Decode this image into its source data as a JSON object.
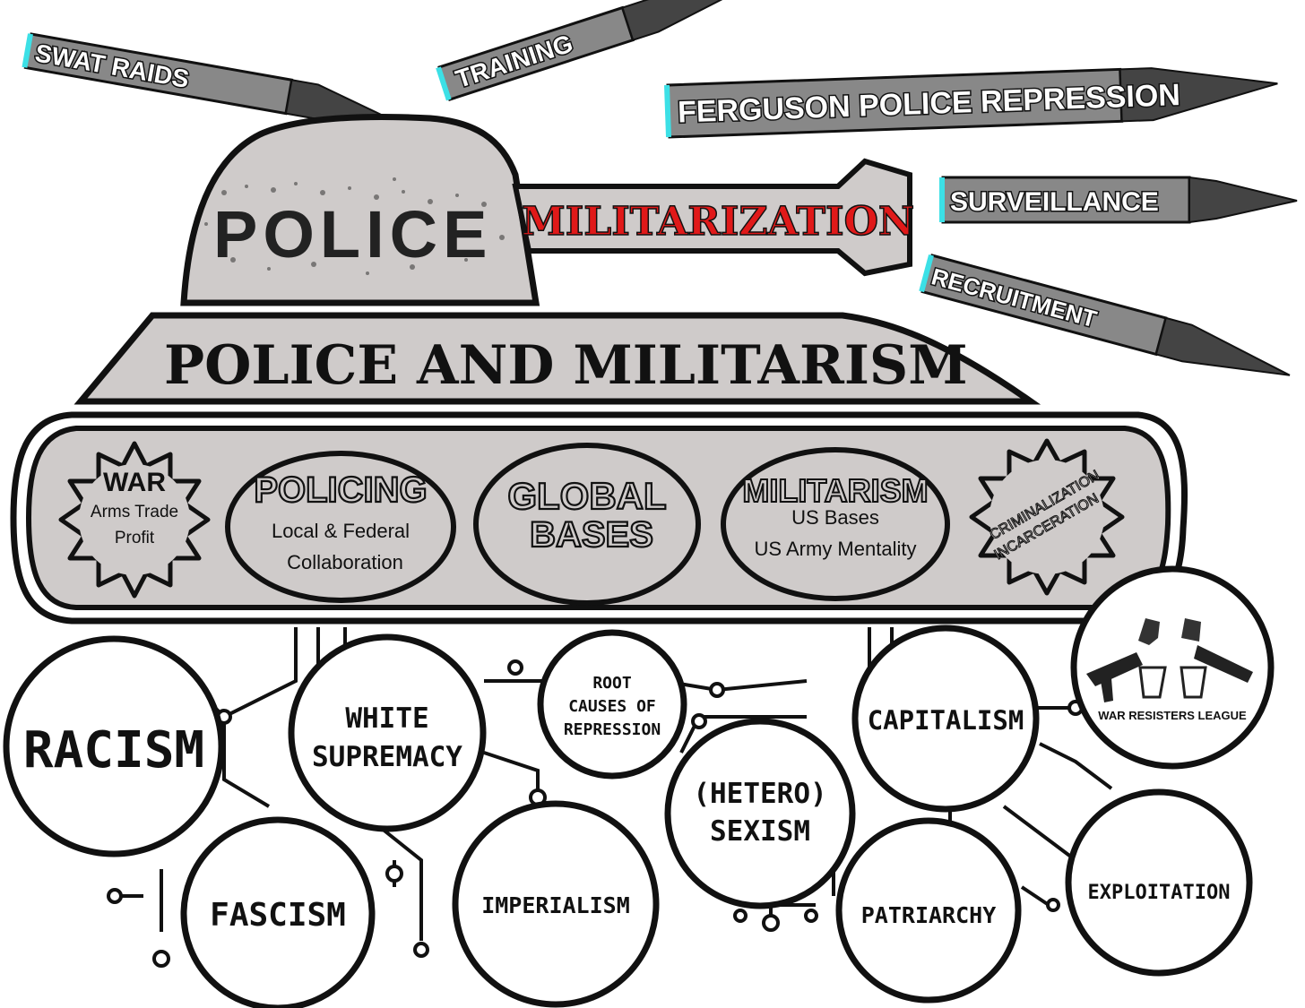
{
  "bullets": [
    {
      "label": "SWAT RAIDS"
    },
    {
      "label": "TRAINING"
    },
    {
      "label": "FERGUSON POLICE REPRESSION"
    },
    {
      "label": "SURVEILLANCE"
    },
    {
      "label": "RECRUITMENT"
    }
  ],
  "turret": {
    "label": "POLICE"
  },
  "barrel": {
    "label": "MILITARIZATION"
  },
  "hull": {
    "label": "POLICE AND MILITARISM"
  },
  "wheels": [
    {
      "title": "WAR",
      "line1": "Arms Trade",
      "line2": "Profit"
    },
    {
      "title": "POLICING",
      "line1": "Local & Federal",
      "line2": "Collaboration"
    },
    {
      "title": "GLOBAL",
      "line1": "BASES",
      "line2": ""
    },
    {
      "title": "MILITARISM",
      "line1": "US Bases",
      "line2": "US Army Mentality"
    },
    {
      "title": "CRIMINALIZATION",
      "line1": "INCARCERATION",
      "line2": ""
    }
  ],
  "roots": [
    {
      "lines": [
        "RACISM"
      ]
    },
    {
      "lines": [
        "WHITE",
        "SUPREMACY"
      ]
    },
    {
      "lines": [
        "ROOT",
        "CAUSES OF",
        "REPRESSION"
      ]
    },
    {
      "lines": [
        "CAPITALISM"
      ]
    },
    {
      "lines": [
        "FASCISM"
      ]
    },
    {
      "lines": [
        "IMPERIALISM"
      ]
    },
    {
      "lines": [
        "(HETERO)",
        "SEXISM"
      ]
    },
    {
      "lines": [
        "PATRIARCHY"
      ]
    },
    {
      "lines": [
        "EXPLOITATION"
      ]
    }
  ],
  "logo": {
    "label": "WAR RESISTERS LEAGUE"
  }
}
